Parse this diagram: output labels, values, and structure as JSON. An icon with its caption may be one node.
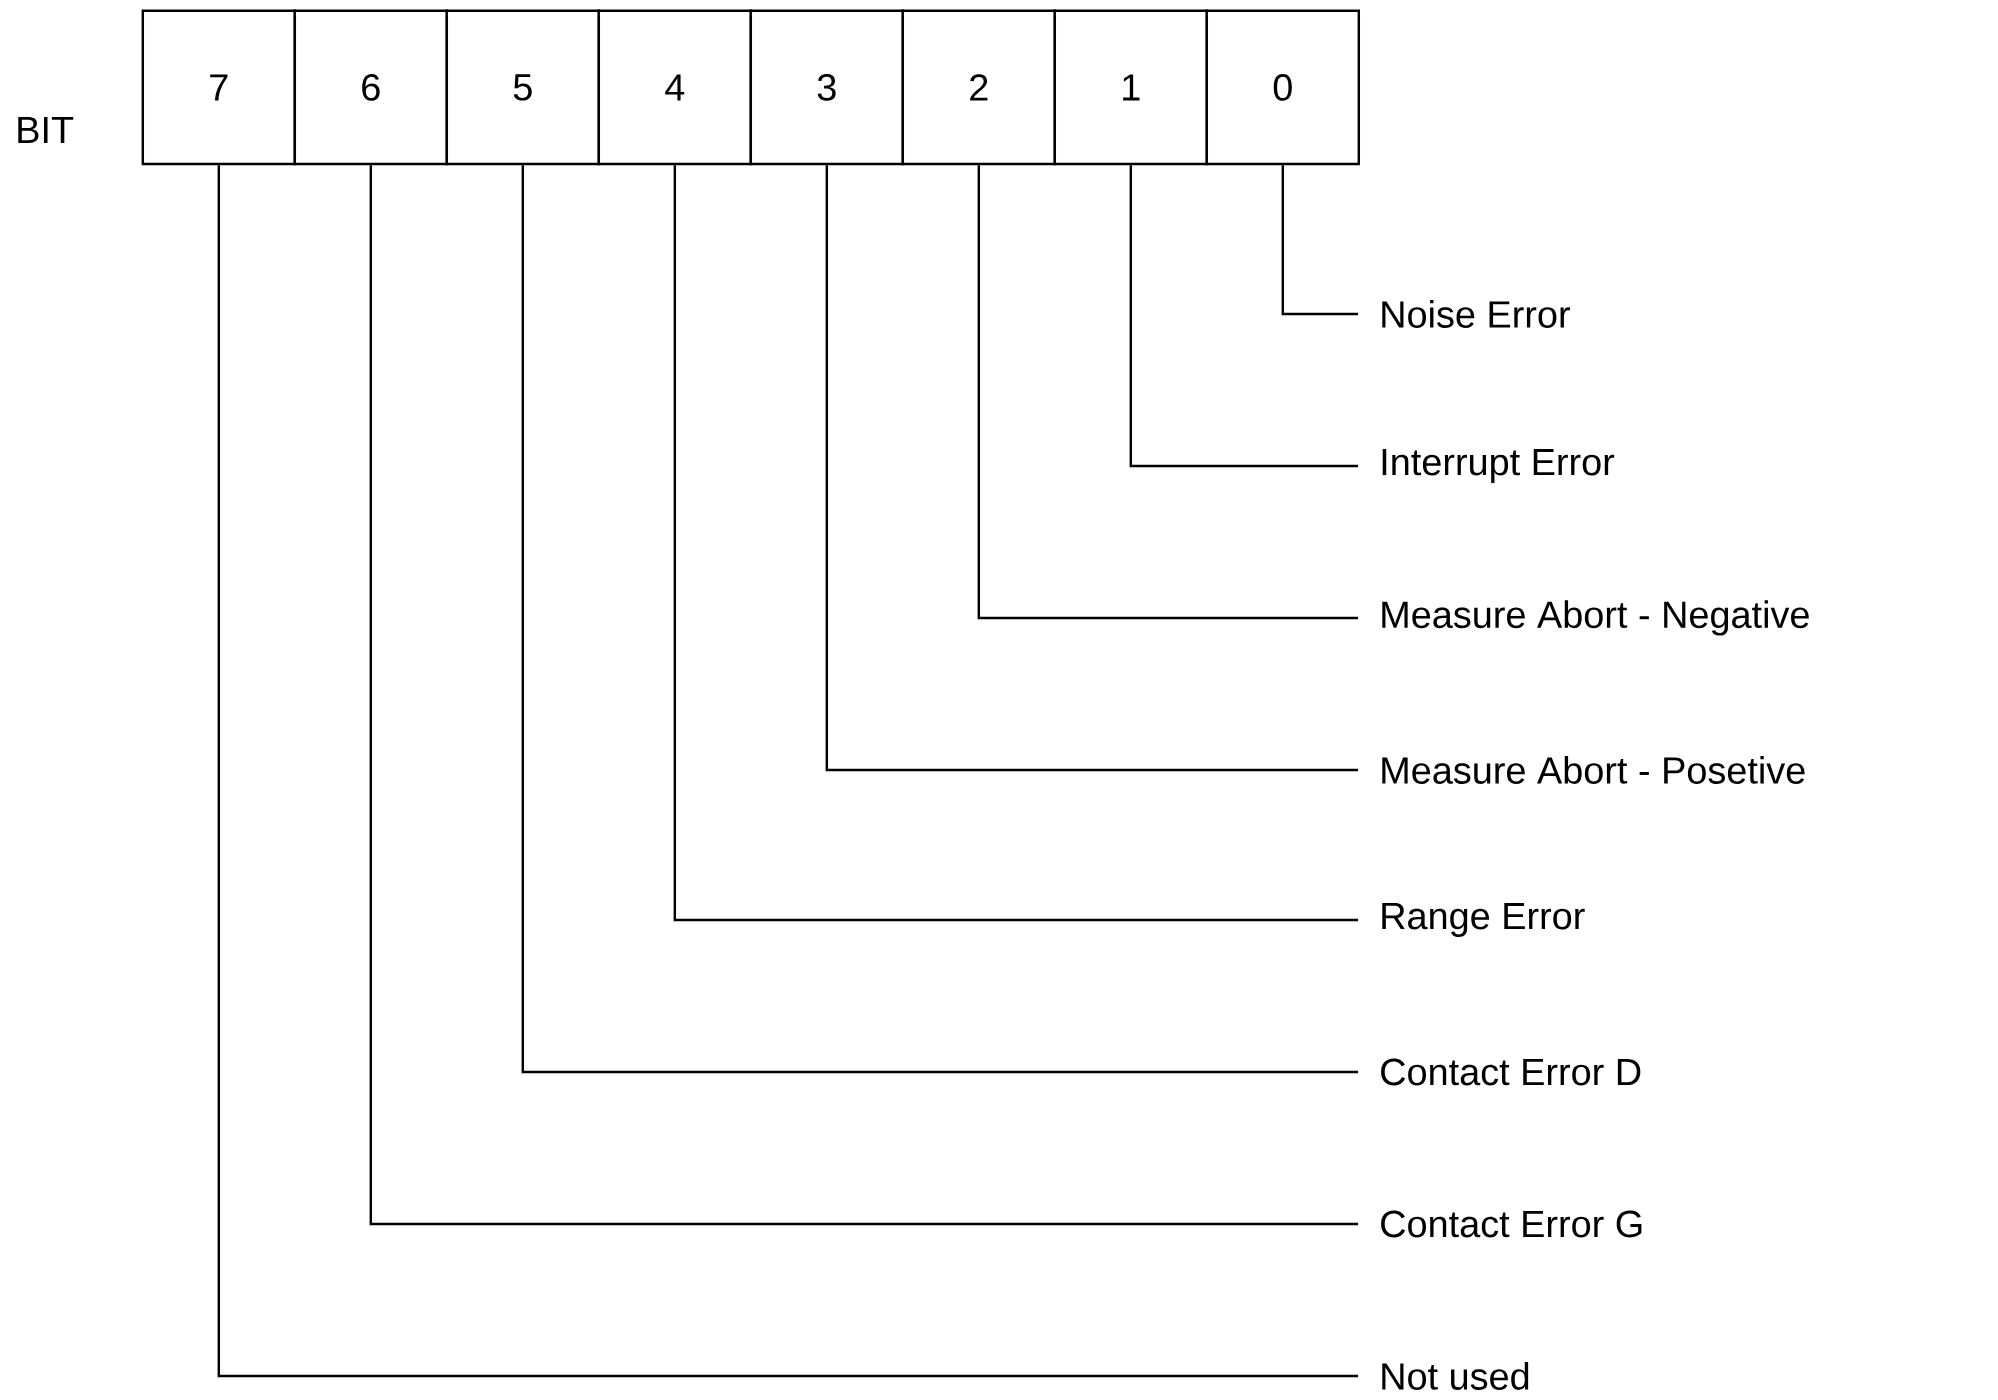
{
  "diagram": {
    "nodes": [
      {
        "text": [
          "7"
        ]
      },
      {
        "text": [
          "6"
        ]
      },
      {
        "text": [
          "5"
        ]
      },
      {
        "text": [
          "4"
        ]
      },
      {
        "text": [
          "3"
        ]
      },
      {
        "text": [
          "2"
        ]
      },
      {
        "text": [
          "1"
        ]
      },
      {
        "text": [
          "0"
        ]
      },
      {
        "text": [
          "Noise Error"
        ]
      },
      {
        "text": [
          "Interrupt Error"
        ]
      },
      {
        "text": [
          "Measure Abort - Negative"
        ]
      },
      {
        "text": [
          "Measure Abort - Posetive"
        ]
      },
      {
        "text": [
          "Range Error"
        ]
      },
      {
        "text": [
          "Contact Error D"
        ]
      },
      {
        "text": [
          "Contact Error G"
        ]
      },
      {
        "text": [
          "Not used"
        ]
      }
    ],
    "edges": [
      {
        "from": 7,
        "to": 8,
        "arrow": "none"
      },
      {
        "from": 6,
        "to": 9,
        "arrow": "none"
      },
      {
        "from": 5,
        "to": 10,
        "arrow": "none"
      },
      {
        "from": 4,
        "to": 11,
        "arrow": "none"
      },
      {
        "from": 3,
        "to": 12,
        "arrow": "none"
      },
      {
        "from": 2,
        "to": 13,
        "arrow": "none"
      },
      {
        "from": 1,
        "to": 14,
        "arrow": "none"
      },
      {
        "from": 0,
        "to": 15,
        "arrow": "none"
      }
    ],
    "labels": [
      "BIT"
    ]
  }
}
